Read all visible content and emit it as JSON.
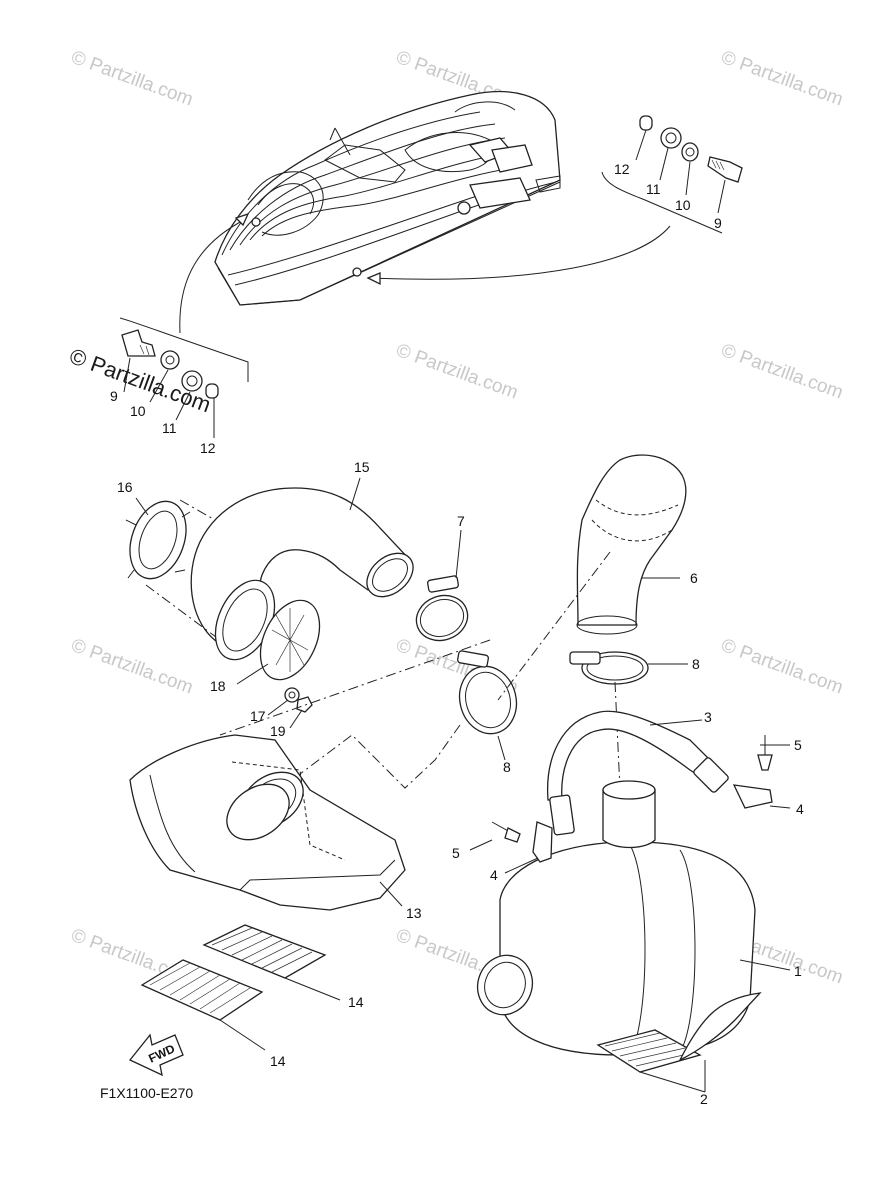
{
  "diagram": {
    "drawing_code": "F1X1100-E270",
    "fwd_label": "FWD",
    "watermark": "© Partzilla.com",
    "watermark_main": "© Partzilla.com",
    "callouts": {
      "c1": "1",
      "c2": "2",
      "c3": "3",
      "c4a": "4",
      "c4b": "4",
      "c5a": "5",
      "c5b": "5",
      "c6": "6",
      "c7": "7",
      "c8a": "8",
      "c8b": "8",
      "c9a": "9",
      "c9b": "9",
      "c10a": "10",
      "c10b": "10",
      "c11a": "11",
      "c11b": "11",
      "c12a": "12",
      "c12b": "12",
      "c13": "13",
      "c14a": "14",
      "c14b": "14",
      "c15": "15",
      "c16": "16",
      "c17": "17",
      "c18": "18",
      "c19": "19"
    }
  }
}
